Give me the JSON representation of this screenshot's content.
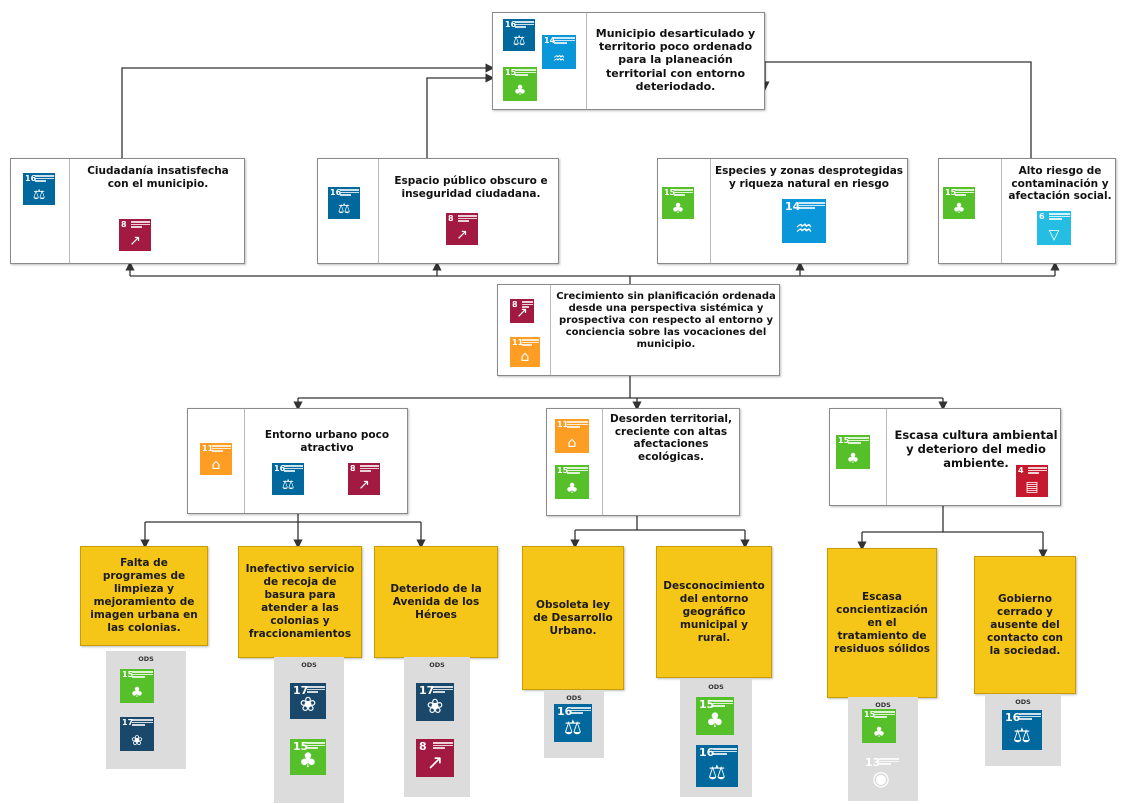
{
  "colors": {
    "sdg8": "#a21942",
    "sdg11": "#fd9d24",
    "sdg6": "#26bde2",
    "sdg4": "#c5192d",
    "sdg14": "#0a97d9",
    "sdg15": "#56c02b",
    "sdg16": "#00689d",
    "sdg17": "#19486a",
    "yellow": "#f5c518",
    "line": "#333333"
  },
  "ods_label": "ODS",
  "top": {
    "text": "Municipio desarticulado y territorio poco ordenado para la planeación territorial con entorno deteriodado.",
    "icons": [
      {
        "goal": "16",
        "icon": "dove-scale-icon"
      },
      {
        "goal": "14",
        "icon": "fish-icon"
      },
      {
        "goal": "15",
        "icon": "tree-icon"
      }
    ]
  },
  "effects": [
    {
      "text": "Ciudadanía insatisfecha con el municipio.",
      "icons": [
        {
          "goal": "16",
          "icon": "dove-scale-icon"
        },
        {
          "goal": "8",
          "icon": "bar-chart-icon"
        }
      ]
    },
    {
      "text": "Espacio público obscuro e inseguridad ciudadana.",
      "icons": [
        {
          "goal": "16",
          "icon": "dove-scale-icon"
        },
        {
          "goal": "8",
          "icon": "bar-chart-icon"
        }
      ]
    },
    {
      "text": "Especies y zonas desprotegidas y riqueza natural en riesgo",
      "icons": [
        {
          "goal": "15",
          "icon": "tree-icon"
        },
        {
          "goal": "14",
          "icon": "fish-icon"
        }
      ]
    },
    {
      "text": "Alto riesgo de contaminación y afectación social.",
      "icons": [
        {
          "goal": "15",
          "icon": "tree-icon"
        },
        {
          "goal": "6",
          "icon": "water-drop-icon"
        }
      ]
    }
  ],
  "center": {
    "text": "Crecimiento sin planificación ordenada desde una perspectiva sistémica y prospectiva con respecto al entorno y conciencia sobre las vocaciones del municipio.",
    "icons": [
      {
        "goal": "8",
        "icon": "bar-chart-icon"
      },
      {
        "goal": "11",
        "icon": "city-icon"
      }
    ]
  },
  "causes": [
    {
      "text": "Entorno urbano poco atractivo",
      "icons": [
        {
          "goal": "11",
          "icon": "city-icon"
        },
        {
          "goal": "16",
          "icon": "dove-scale-icon"
        },
        {
          "goal": "8",
          "icon": "bar-chart-icon"
        }
      ]
    },
    {
      "text": "Desorden territorial, creciente con altas afectaciones ecológicas.",
      "icons": [
        {
          "goal": "11",
          "icon": "city-icon"
        },
        {
          "goal": "15",
          "icon": "tree-icon"
        }
      ]
    },
    {
      "text": "Escasa cultura ambiental y deterioro del medio ambiente.",
      "icons": [
        {
          "goal": "15",
          "icon": "tree-icon"
        },
        {
          "goal": "4",
          "icon": "book-icon"
        }
      ]
    }
  ],
  "roots": [
    {
      "text": "Falta de programes de limpieza y mejoramiento de imagen urbana en las colonias.",
      "icons": [
        {
          "goal": "15",
          "icon": "tree-icon"
        },
        {
          "goal": "17",
          "icon": "partnership-flower-icon"
        }
      ]
    },
    {
      "text": "Inefectivo servicio de recoja de basura para atender a las colonias y fraccionamientos",
      "icons": [
        {
          "goal": "17",
          "icon": "partnership-flower-icon"
        },
        {
          "goal": "15",
          "icon": "tree-icon"
        }
      ]
    },
    {
      "text": "Deteriodo de la Avenida de los Héroes",
      "icons": [
        {
          "goal": "17",
          "icon": "partnership-flower-icon"
        },
        {
          "goal": "8",
          "icon": "bar-chart-icon"
        }
      ]
    },
    {
      "text": "Obsoleta ley de Desarrollo Urbano.",
      "icons": [
        {
          "goal": "16",
          "icon": "dove-scale-icon"
        }
      ]
    },
    {
      "text": "Desconocimiento del entorno geográfico municipal y rural.",
      "icons": [
        {
          "goal": "15",
          "icon": "tree-icon"
        },
        {
          "goal": "16",
          "icon": "dove-scale-icon"
        }
      ]
    },
    {
      "text": "Escasa concientización en el tratamiento de residuos sólidos",
      "icons": [
        {
          "goal": "15",
          "icon": "tree-icon"
        },
        {
          "goal": "13",
          "icon": "eye-earth-icon"
        }
      ]
    },
    {
      "text": "Gobierno cerrado y ausente del contacto con la sociedad.",
      "icons": [
        {
          "goal": "16",
          "icon": "dove-scale-icon"
        }
      ]
    }
  ]
}
